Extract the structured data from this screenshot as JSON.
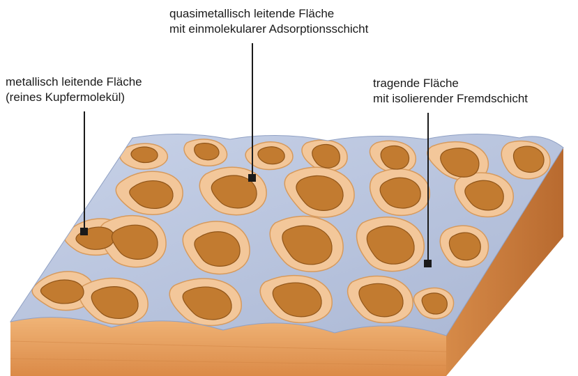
{
  "labels": {
    "quasi": {
      "line1": "quasimetallisch leitende Fläche",
      "line2": "mit einmolekularer Adsorptionsschicht"
    },
    "metal": {
      "line1": "metallisch leitende Fläche",
      "line2": "(reines Kupfermolekül)"
    },
    "tragend": {
      "line1": "tragende Fläche",
      "line2": "mit isolierender Fremdschicht"
    }
  },
  "colors": {
    "background": "#ffffff",
    "insulating_surface": "#b7c3dc",
    "quasi_layer": "#f3c79a",
    "metal_core": "#c27b30",
    "block_front": "#e7a062",
    "block_side": "#c9773b",
    "leader": "#1a1a1a"
  }
}
